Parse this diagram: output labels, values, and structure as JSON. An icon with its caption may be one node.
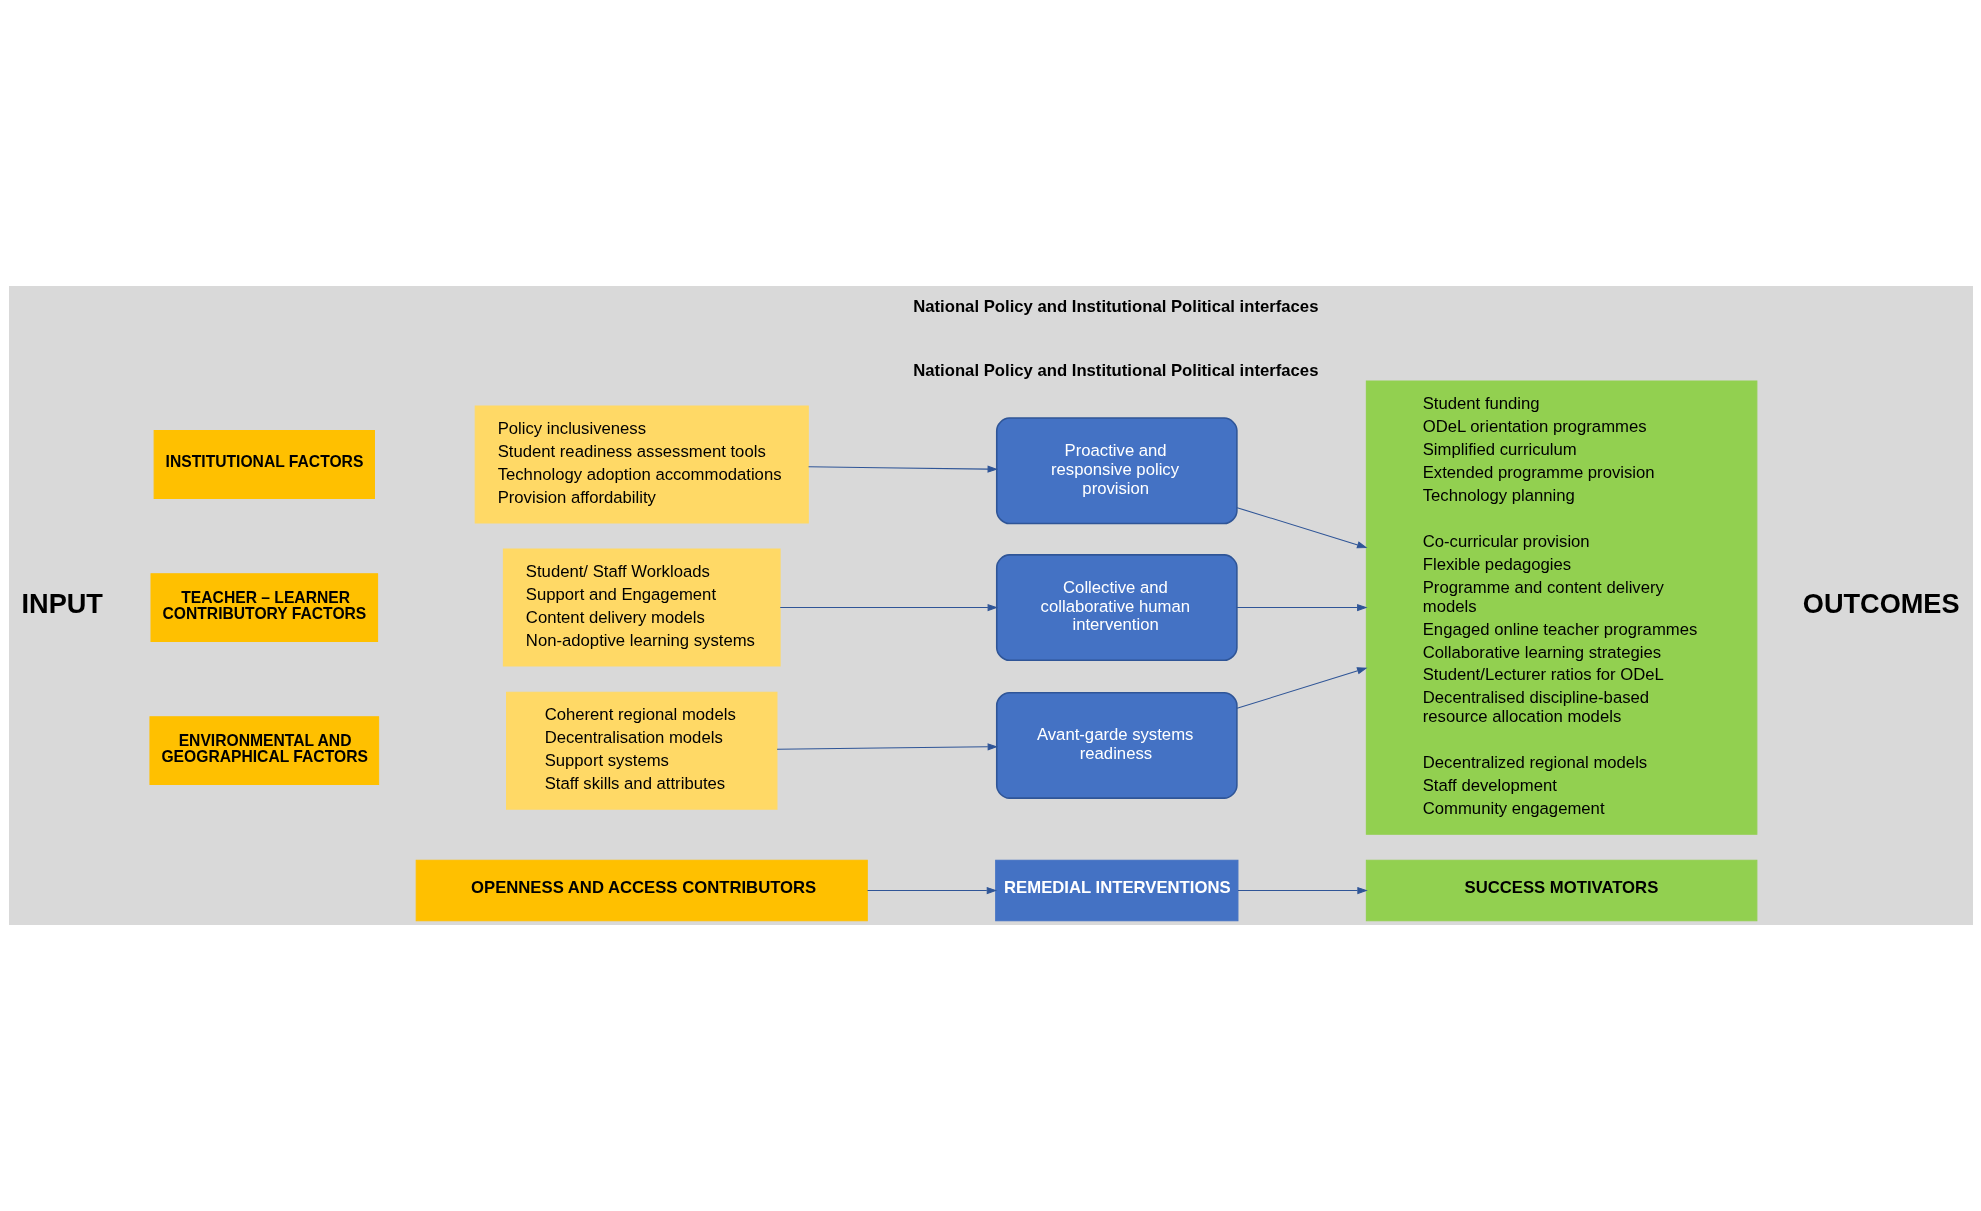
{
  "diagram": {
    "nodes": [
      {
        "text": [
          "OPENNESS AND ACCESS CONTRIBUTORS"
        ]
      },
      {
        "text": [
          "REMEDIAL INTERVENTIONS"
        ]
      },
      {
        "text": [
          "SUCCESS MOTIVATORS"
        ]
      },
      {
        "text": [
          "INSTITUTIONAL FACTORS"
        ]
      },
      {
        "text": [
          "Policy inclusiveness",
          "Student readiness assessment tools",
          "Technology adoption accommodations",
          "Provision affordability"
        ]
      },
      {
        "text": [
          "Proactive and responsive policy provision"
        ]
      },
      {
        "text": [
          "Student funding",
          "ODeL orientation programmes",
          "Simplified curriculum",
          "Extended programme provision",
          "Technology planning",
          "Co-curricular provision",
          "Flexible pedagogies",
          "Programme and content delivery models",
          "Engaged online teacher programmes",
          "Collaborative learning strategies",
          "Student/Lecturer ratios for ODeL",
          "Decentralised discipline-based resource allocation models",
          "Decentralized regional models",
          "Staff development",
          "Community engagement"
        ]
      },
      {
        "text": [
          "TEACHER – LEARNER CONTRIBUTORY FACTORS"
        ]
      },
      {
        "text": [
          "Student/ Staff Workloads",
          "Support and Engagement",
          "Content delivery models",
          "Non-adoptive learning systems"
        ]
      },
      {
        "text": [
          "Collective and collaborative human intervention"
        ]
      },
      {
        "text": [
          "ENVIRONMENTAL AND GEOGRAPHICAL FACTORS"
        ]
      },
      {
        "text": [
          "Coherent regional models",
          "Decentralisation models",
          "Support systems",
          "Staff skills and attributes"
        ]
      },
      {
        "text": [
          "Avant-garde systems readiness"
        ]
      }
    ],
    "edges": [
      {
        "from": 0,
        "to": 1,
        "arrow": "to"
      },
      {
        "from": 1,
        "to": 2,
        "arrow": "to"
      },
      {
        "from": 4,
        "to": 5,
        "arrow": "to"
      },
      {
        "from": 5,
        "to": 6,
        "arrow": "to"
      },
      {
        "from": 8,
        "to": 9,
        "arrow": "to"
      },
      {
        "from": 9,
        "to": 6,
        "arrow": "to"
      },
      {
        "from": 11,
        "to": 12,
        "arrow": "to"
      },
      {
        "from": 12,
        "to": 6,
        "arrow": "to"
      }
    ],
    "labels": [
      "National Policy and Institutional Political interfaces",
      "INPUT",
      "OUTCOMES",
      "National Policy and Institutional Political interfaces"
    ]
  }
}
